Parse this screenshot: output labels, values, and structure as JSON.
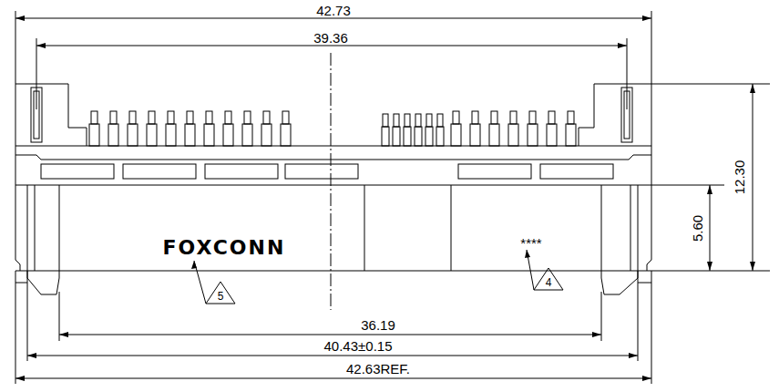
{
  "diagram": {
    "labels": [
      "42.73",
      "39.36",
      "12.30",
      "5.60",
      "FOXCONN",
      "****",
      "5",
      "4",
      "36.19",
      "40.43±0.15",
      "42.63REF."
    ]
  }
}
